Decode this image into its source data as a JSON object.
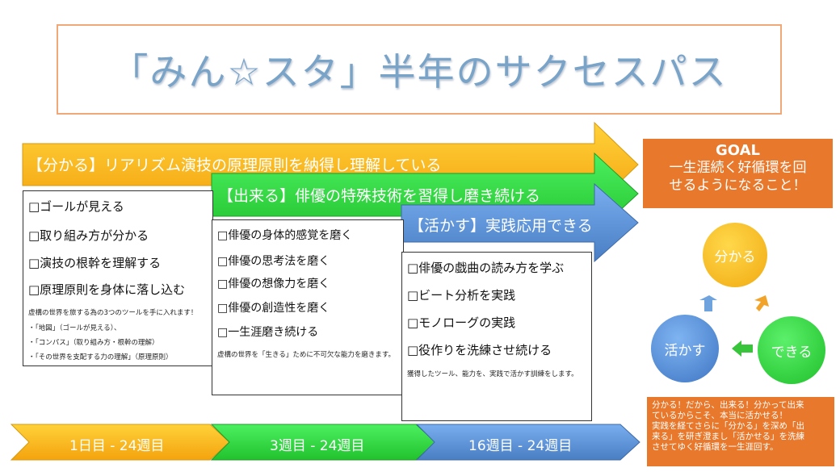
{
  "title": "「みん☆スタ」半年のサクセスパス",
  "phases": [
    {
      "arrow_label": "【分かる】リアリズム演技の原理原則を納得し理解している",
      "items": [
        "□ゴールが見える",
        "□取り組み方が分かる",
        "□演技の根幹を理解する",
        "□原理原則を身体に落し込む"
      ],
      "notes": [
        "虚構の世界を旅する為の3つのツールを手に入れます！",
        "・「地図」（ゴールが見える）、",
        "・「コンパス」（取り組み方・根幹の理解）",
        "・「その世界を支配する力の理解」（原理原則）"
      ],
      "color": "#f7b21c"
    },
    {
      "arrow_label": "【出来る】俳優の特殊技術を習得し磨き続ける",
      "items": [
        "□俳優の身体的感覚を磨く",
        "□俳優の思考法を磨く",
        "□俳優の想像力を磨く",
        "□俳優の創造性を磨く",
        "□一生涯磨き続ける"
      ],
      "notes": [
        "虚構の世界を「生きる」ために不可欠な能力を磨きます。"
      ],
      "color": "#2ed63a"
    },
    {
      "arrow_label": "【活かす】実践応用できる",
      "items": [
        "□俳優の戯曲の読み方を学ぶ",
        "□ビート分析を実践",
        "□モノローグの実践",
        "□役作りを洗練させ続ける"
      ],
      "notes": [
        "獲得したツール、能力を、実践で活かす訓練をします。"
      ],
      "color": "#5b8fcf"
    }
  ],
  "goal": {
    "title": "GOAL",
    "lines": [
      "一生涯続く好循環を回",
      "せるようになること！"
    ]
  },
  "cycle": {
    "top": "分かる",
    "right": "できる",
    "left": "活かす"
  },
  "summary_lines": [
    "分かる！だから、出来る！分かって出来",
    "ているからこそ、本当に活かせる！",
    "実践を経てさらに「分かる」を深め「出",
    "来る」を研ぎ澄まし「活かせる」を洗練",
    "させてゆく好循環を一生涯回す。"
  ],
  "weeks": [
    "1日目 - 24週目",
    "3週目 - 24週目",
    "16週目 - 24週目"
  ]
}
